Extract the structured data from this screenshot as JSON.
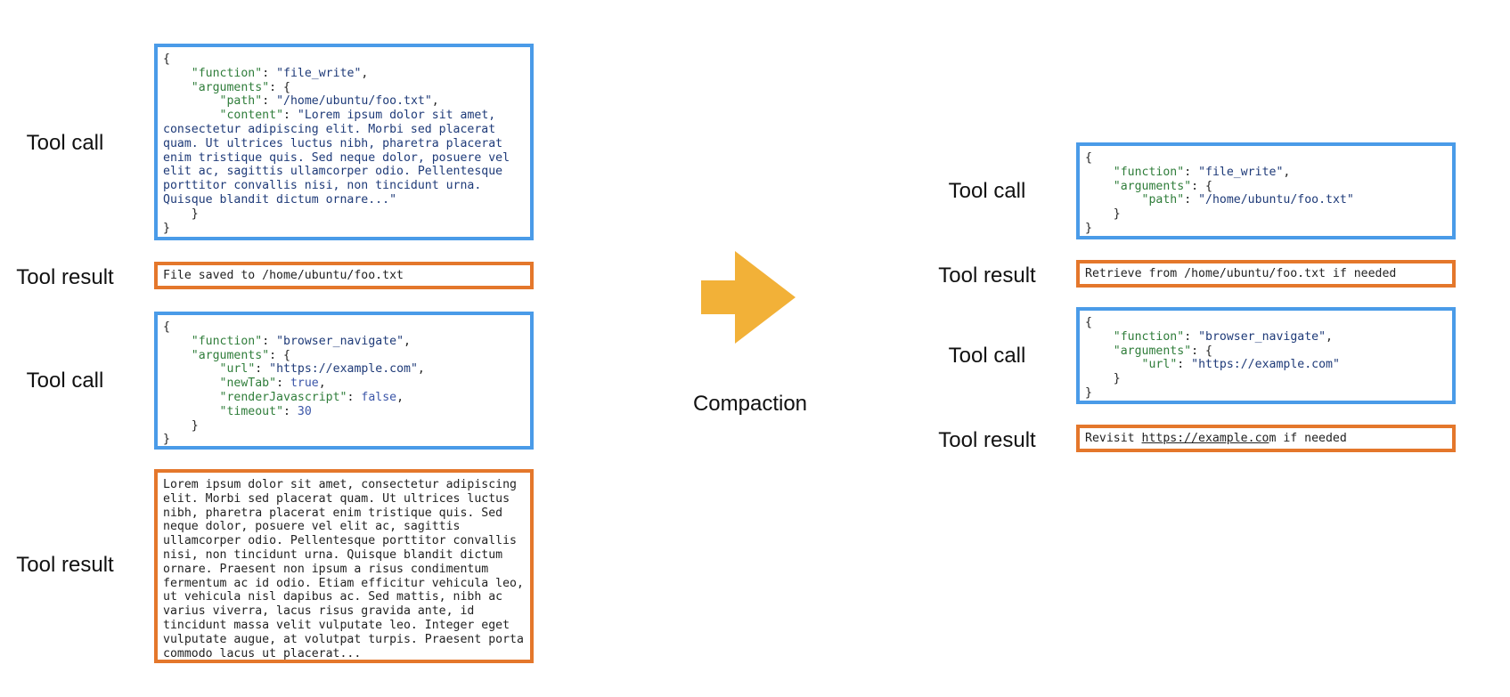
{
  "colors": {
    "call_border": "#4a9be8",
    "result_border": "#e4772b",
    "arrow": "#f2b138",
    "json_key": "#2f7d3a",
    "json_string": "#1e3a78",
    "json_literal": "#3b56a8"
  },
  "labels": {
    "tool_call": "Tool call",
    "tool_result": "Tool result"
  },
  "center": {
    "arrow_icon": "right-arrow-icon",
    "label": "Compaction"
  },
  "before": {
    "call1": {
      "function": "file_write",
      "path": "/home/ubuntu/foo.txt",
      "content": "Lorem ipsum dolor sit amet, consectetur adipiscing elit. Morbi sed placerat quam. Ut ultrices luctus nibh, pharetra placerat enim tristique quis. Sed neque dolor, posuere vel elit ac, sagittis ullamcorper odio. Pellentesque porttitor convallis nisi, non tincidunt urna. Quisque blandit dictum ornare..."
    },
    "result1": "File saved to /home/ubuntu/foo.txt",
    "call2": {
      "function": "browser_navigate",
      "url": "https://example.com",
      "newTab": "true",
      "renderJavascript": "false",
      "timeout": "30"
    },
    "result2": "Lorem ipsum dolor sit amet, consectetur adipiscing elit. Morbi sed placerat quam. Ut ultrices luctus nibh, pharetra placerat enim tristique quis. Sed neque dolor, posuere vel elit ac, sagittis ullamcorper odio. Pellentesque porttitor convallis nisi, non tincidunt urna. Quisque blandit dictum ornare. Praesent non ipsum a risus condimentum fermentum ac id odio. Etiam efficitur vehicula leo, ut vehicula nisl dapibus ac. Sed mattis, nibh ac varius viverra, lacus risus gravida ante, id tincidunt massa velit vulputate leo. Integer eget vulputate augue, at volutpat turpis. Praesent porta commodo lacus ut placerat..."
  },
  "after": {
    "call1": {
      "function": "file_write",
      "path": "/home/ubuntu/foo.txt"
    },
    "result1": "Retrieve from /home/ubuntu/foo.txt if needed",
    "call2": {
      "function": "browser_navigate",
      "url": "https://example.com"
    },
    "result2": {
      "prefix": "Revisit ",
      "link": "https://example.co",
      "suffix": "m if needed"
    }
  },
  "json_keys": {
    "function": "function",
    "arguments": "arguments",
    "path": "path",
    "content": "content",
    "url": "url",
    "newTab": "newTab",
    "renderJavascript": "renderJavascript",
    "timeout": "timeout"
  }
}
